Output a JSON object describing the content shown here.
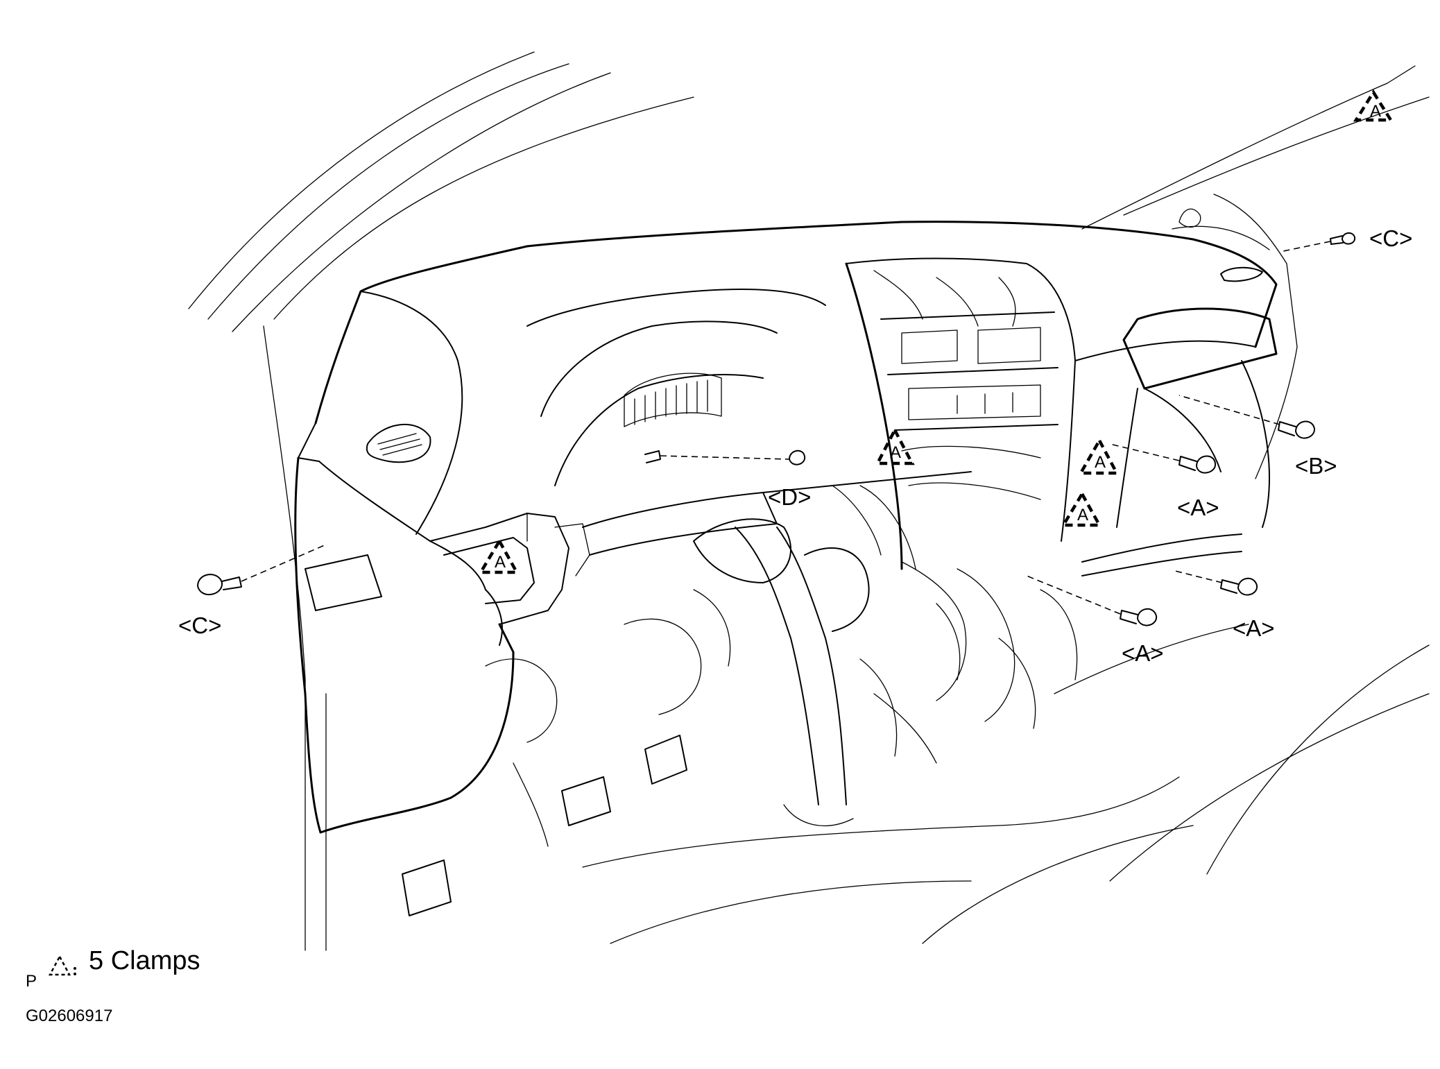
{
  "labels": {
    "c_right": "<C>",
    "c_left": "<C>",
    "b": "<B>",
    "a_upper": "<A>",
    "a_right": "<A>",
    "a_lower": "<A>",
    "d": "<D>"
  },
  "legend": {
    "prefix": "P",
    "symbol_name": "clamp-triangle-icon",
    "text": "5 Clamps"
  },
  "figure_id": "G02606917",
  "clamp_mark": {
    "mark": "A"
  }
}
